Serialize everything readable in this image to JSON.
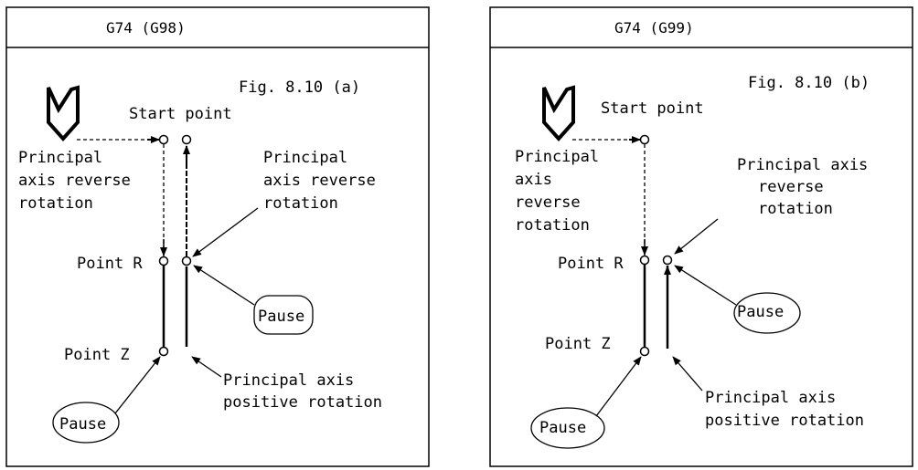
{
  "panels": [
    {
      "header": "G74 (G98)",
      "figure": "Fig. 8.10 (a)",
      "start_point": "Start point",
      "left_note": [
        "Principal",
        "axis reverse",
        "rotation"
      ],
      "right_note": [
        "Principal",
        "axis reverse",
        "rotation"
      ],
      "point_r": "Point R",
      "point_z": "Point Z",
      "pause_upper": "Pause",
      "pause_lower": "Pause",
      "bottom_note": [
        "Principal axis",
        "positive rotation"
      ]
    },
    {
      "header": "G74 (G99)",
      "figure": "Fig. 8.10 (b)",
      "start_point": "Start point",
      "left_note": [
        "Principal",
        "axis",
        "reverse",
        "rotation"
      ],
      "right_note": [
        "Principal axis",
        "reverse",
        "rotation"
      ],
      "point_r": "Point R",
      "point_z": "Point Z",
      "pause_upper": "Pause",
      "pause_lower": "Pause",
      "bottom_note": [
        "Principal axis",
        "positive rotation"
      ]
    }
  ]
}
